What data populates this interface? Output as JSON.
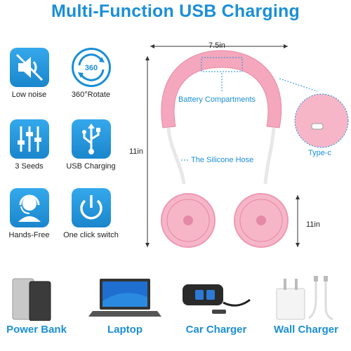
{
  "title": "Multi-Function USB Charging",
  "features": [
    {
      "label": "Low noise",
      "icon": "speaker-mute-icon"
    },
    {
      "label": "360°Rotate",
      "icon": "rotate-360-icon",
      "icon_text": "360"
    },
    {
      "label": "3 Seeds",
      "icon": "sliders-icon"
    },
    {
      "label": "USB Charging",
      "icon": "usb-icon"
    },
    {
      "label": "Hands-Free",
      "icon": "headset-person-icon"
    },
    {
      "label": "One click switch",
      "icon": "power-icon"
    }
  ],
  "dimensions": {
    "width": "7.5in",
    "height": "11in",
    "fan_height": "11in"
  },
  "callouts": {
    "battery": "Battery Compartments",
    "hose": "The Silicone Hose",
    "port": "Type-c"
  },
  "bottom": [
    {
      "label": "Power Bank",
      "icon": "power-bank-icon"
    },
    {
      "label": "Laptop",
      "icon": "laptop-icon"
    },
    {
      "label": "Car Charger",
      "icon": "car-charger-icon"
    },
    {
      "label": "Wall Charger",
      "icon": "wall-charger-icon"
    }
  ],
  "colors": {
    "accent": "#1b8fd6",
    "product_pink": "#f4a7bd"
  }
}
